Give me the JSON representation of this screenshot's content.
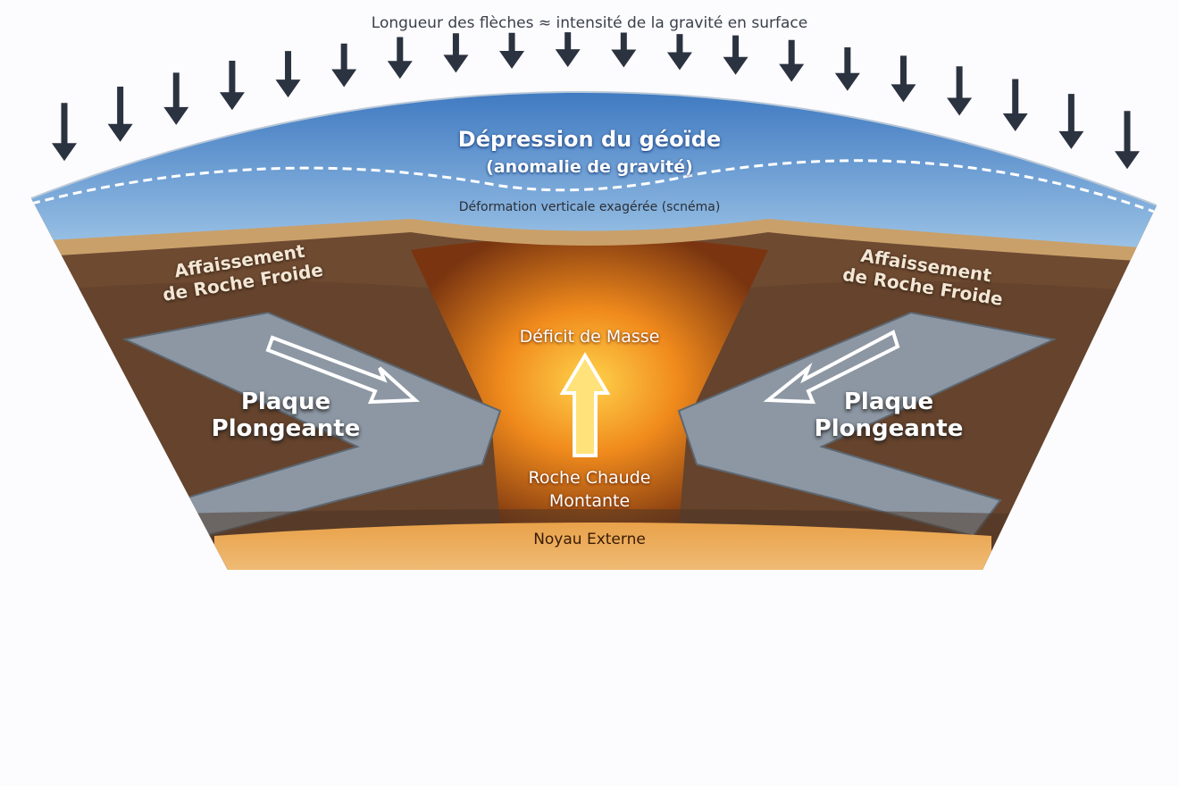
{
  "caption": "Longueur des flèches ≈ intensité de la gravité en surface",
  "geoid": {
    "title": "Dépression du géoïde",
    "subtitle": "(anomalie de gravité)",
    "note": "Déformation verticale exagérée (scnéma)"
  },
  "labels": {
    "sinking_left": [
      "Affaissement",
      "de Roche Froide"
    ],
    "sinking_right": [
      "Affaissement",
      "de Roche Froide"
    ],
    "slab_left": [
      "Plaque",
      "Plongeante"
    ],
    "slab_right": [
      "Plaque",
      "Plongeante"
    ],
    "mass_deficit": "Déficit de Masse",
    "upwelling": [
      "Roche Chaude",
      "Montante"
    ],
    "outer_core": "Noyau Externe"
  },
  "gravity_arrows_relative_length": [
    1.0,
    0.95,
    0.9,
    0.85,
    0.8,
    0.75,
    0.72,
    0.68,
    0.62,
    0.6,
    0.6,
    0.62,
    0.68,
    0.72,
    0.75,
    0.8,
    0.85,
    0.9,
    0.95,
    1.0
  ],
  "colors": {
    "arrow": "#2b3340",
    "ocean": "#3f7fc4",
    "mantle": "#7a5236",
    "plume": "#f08a1c",
    "slab": "#8c97a3"
  }
}
